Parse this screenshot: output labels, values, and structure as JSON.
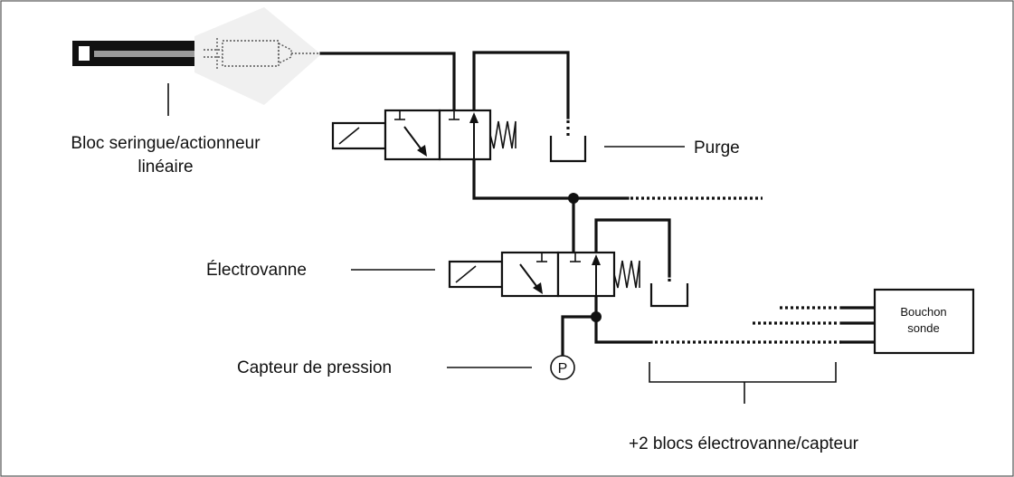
{
  "labels": {
    "syringe_block_line1": "Bloc seringue/actionneur",
    "syringe_block_line2": "linéaire",
    "purge": "Purge",
    "solenoid_valve": "Électrovanne",
    "pressure_sensor": "Capteur de pression",
    "pressure_symbol": "P",
    "probe_cap_line1": "Bouchon",
    "probe_cap_line2": "sonde",
    "extra_blocks": "+2 blocs électrovanne/capteur"
  }
}
